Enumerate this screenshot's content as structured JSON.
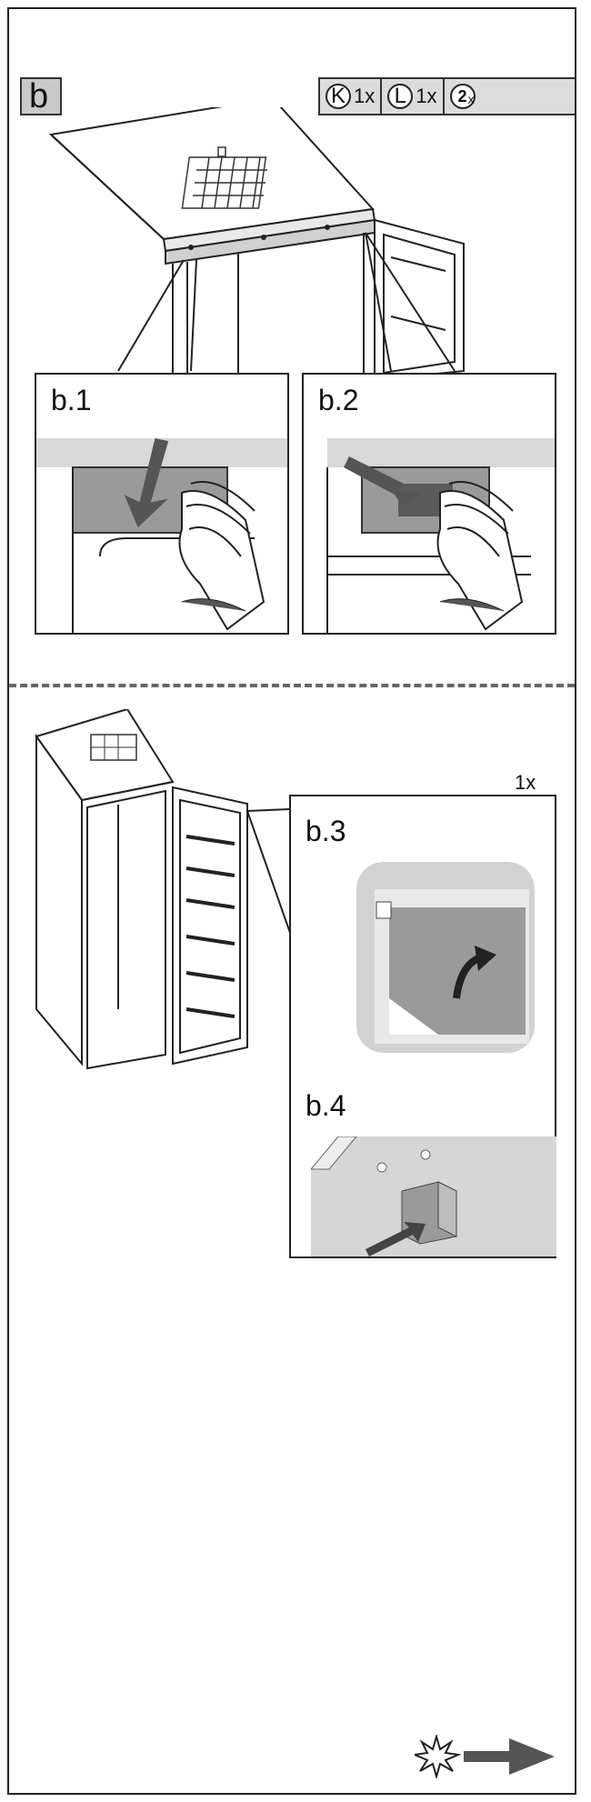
{
  "step": {
    "label": "b"
  },
  "parts": [
    {
      "icon": "K",
      "qty": "1x",
      "icon_name": "part-k-icon"
    },
    {
      "icon": "L",
      "qty": "1x",
      "icon_name": "part-l-icon"
    },
    {
      "icon": "2",
      "qty": "x",
      "icon_name": "screw-icon"
    }
  ],
  "details": {
    "b1": "b.1",
    "b2": "b.2",
    "b3": "b.3",
    "b4": "b.4"
  },
  "lower_section": {
    "quantity": "1x"
  },
  "navigation": {
    "icon_name": "next-step-arrow-icon"
  }
}
